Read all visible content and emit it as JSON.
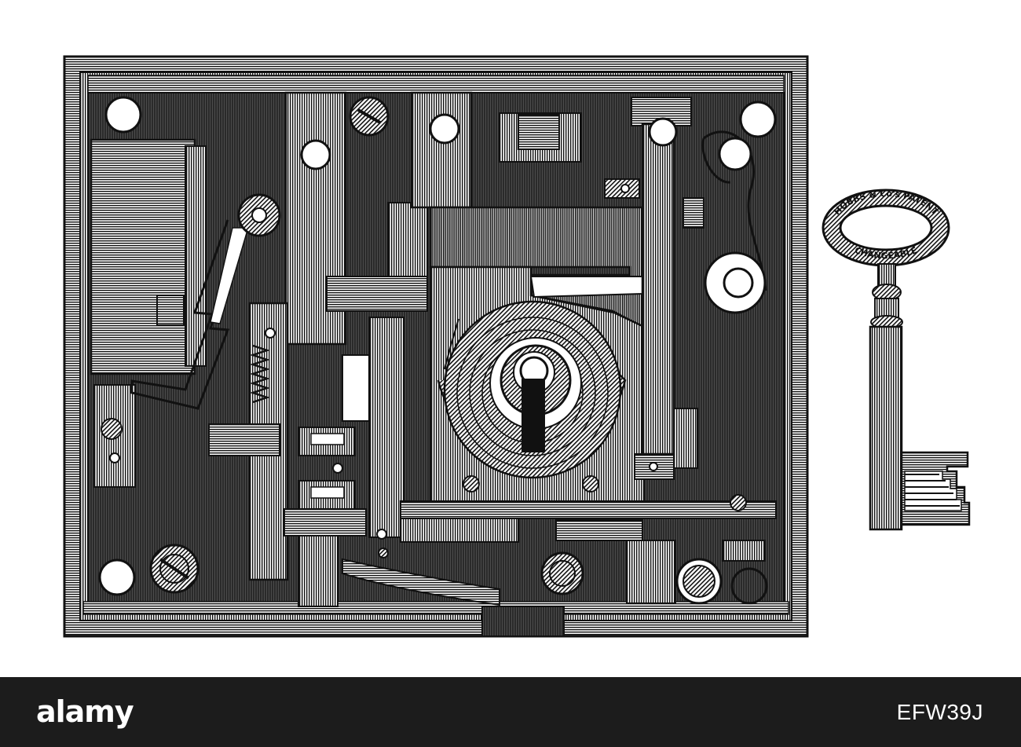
{
  "illustration": {
    "key_bow_top": "HOBBS & Co's PATENT",
    "key_bow_bottom": "CHANGEABLE"
  },
  "watermark": {
    "logo": "alamy",
    "image_id": "EFW39J"
  },
  "colors": {
    "ink": "#111111",
    "paper": "#ffffff",
    "footer": "#1c1c1c"
  }
}
